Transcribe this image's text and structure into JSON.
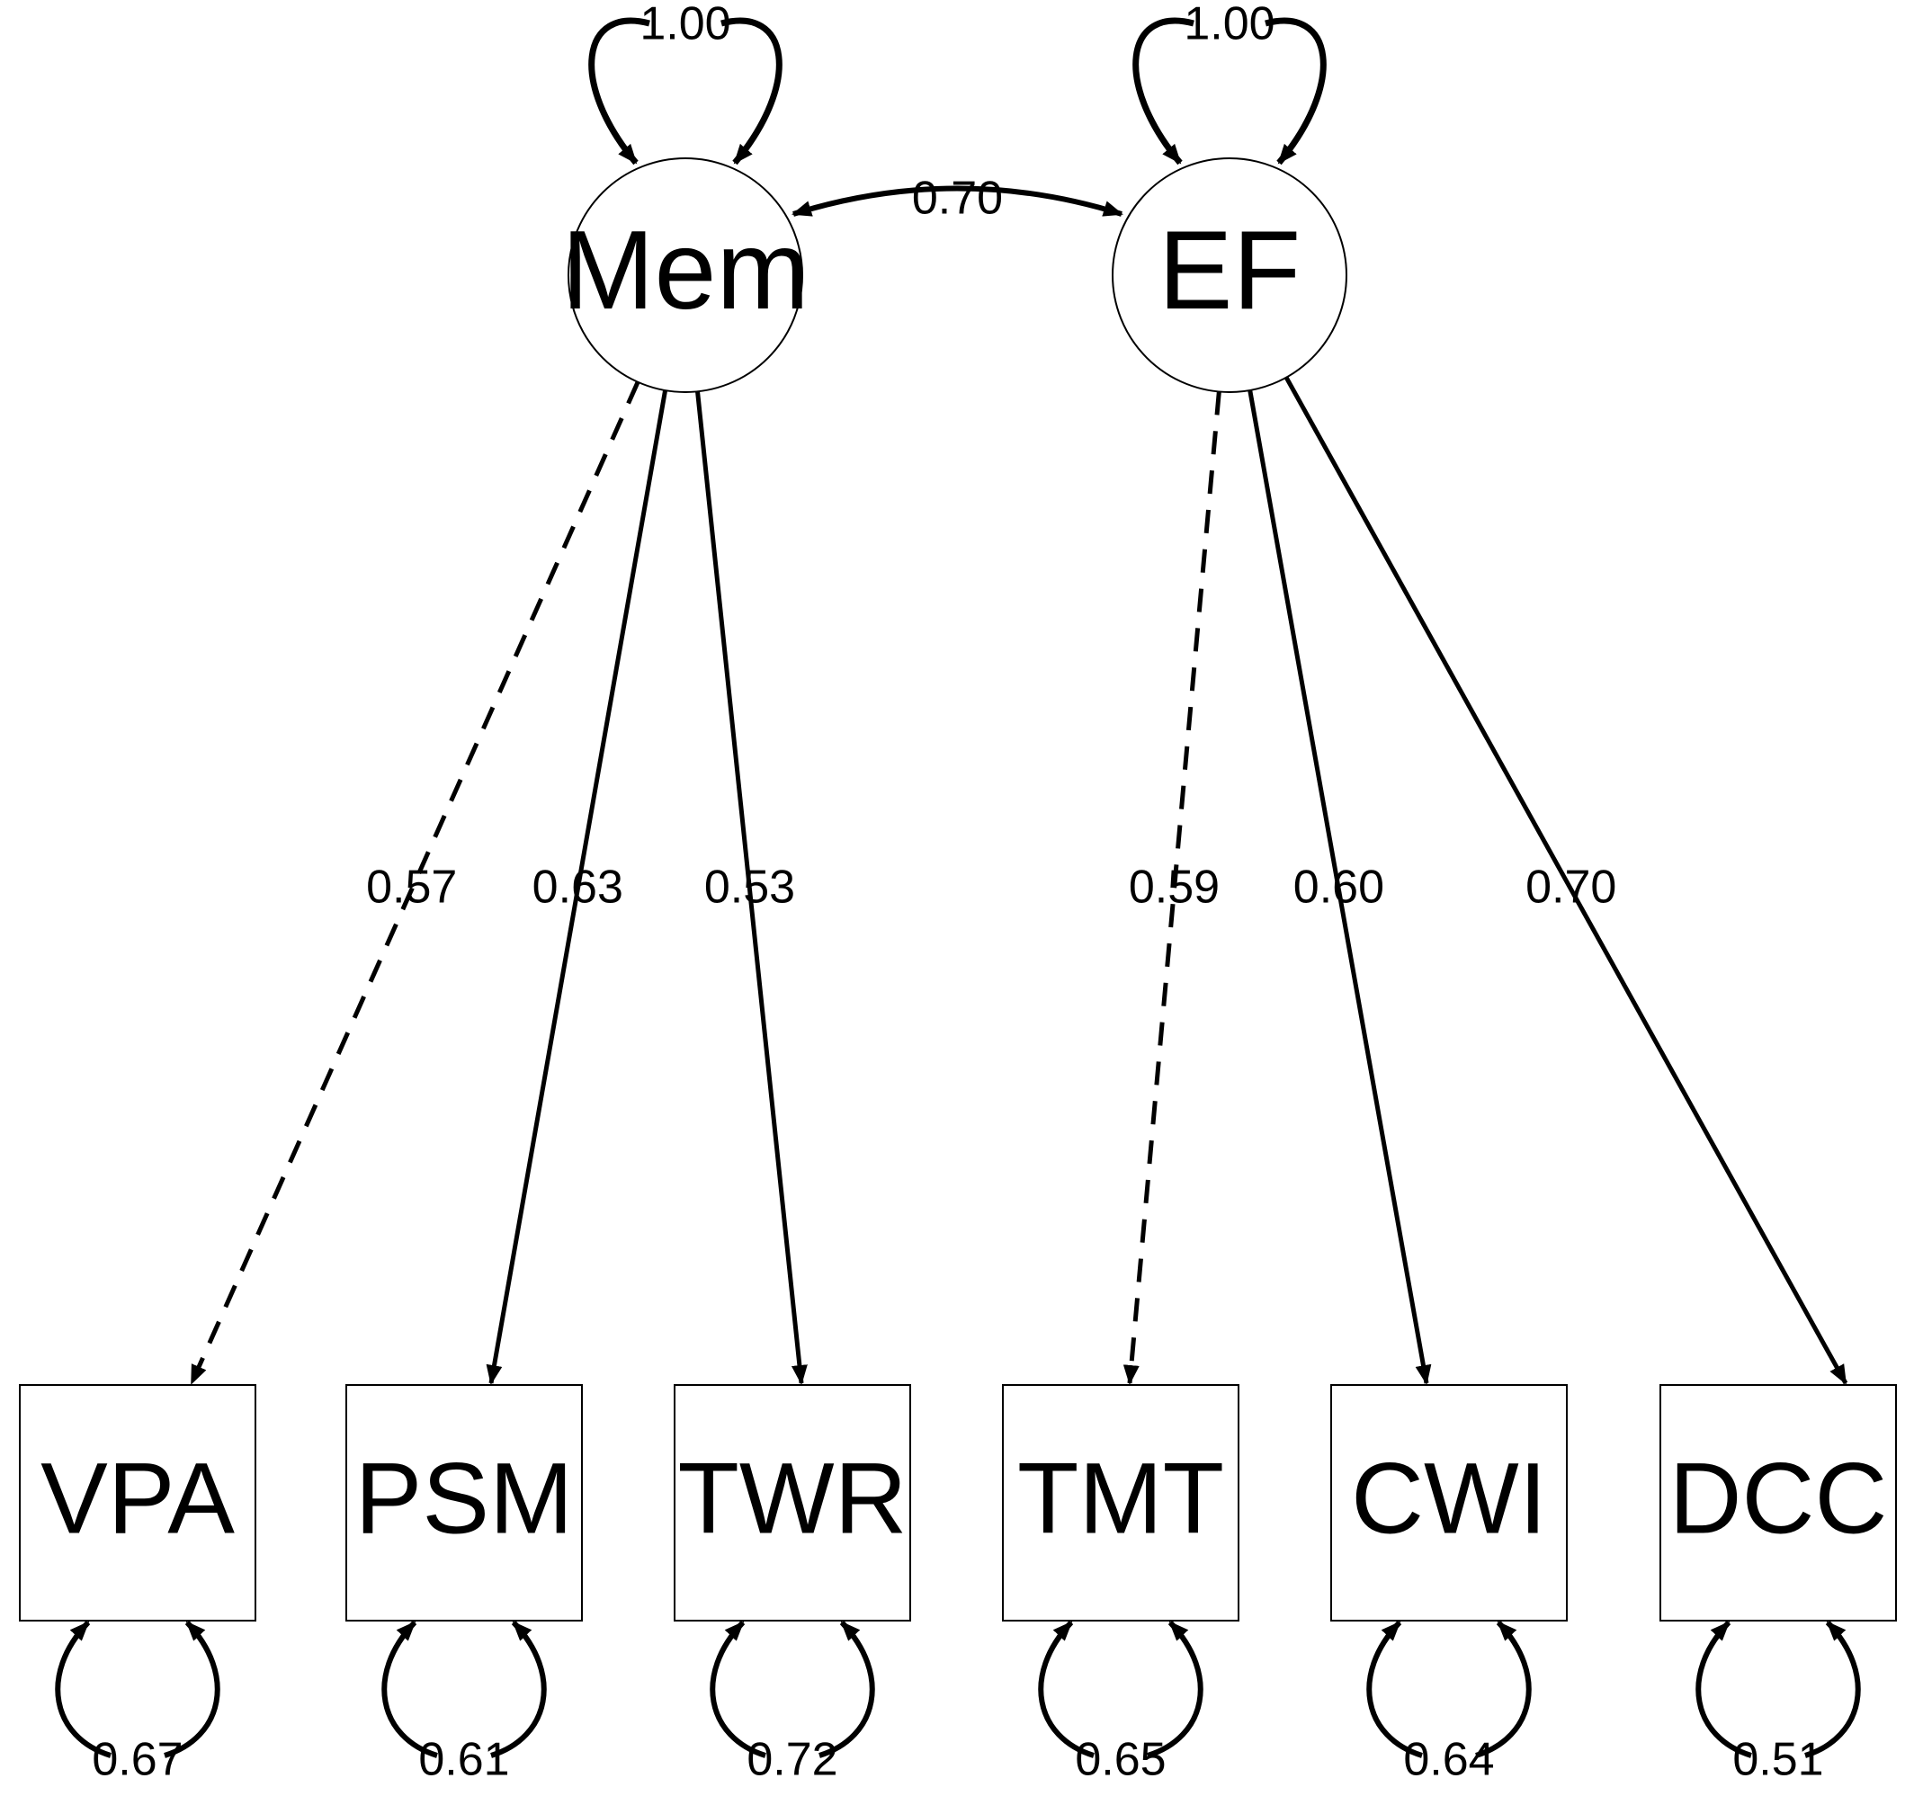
{
  "latent_factors": [
    {
      "id": "mem",
      "label": "Mem",
      "variance": "1.00"
    },
    {
      "id": "ef",
      "label": "EF",
      "variance": "1.00"
    }
  ],
  "factor_covariance": {
    "from": "mem",
    "to": "ef",
    "value": "0.70"
  },
  "indicators": [
    {
      "id": "vpa",
      "label": "VPA",
      "factor": "mem",
      "loading": "0.57",
      "residual": "0.67",
      "fixed": true
    },
    {
      "id": "psm",
      "label": "PSM",
      "factor": "mem",
      "loading": "0.63",
      "residual": "0.61",
      "fixed": false
    },
    {
      "id": "twr",
      "label": "TWR",
      "factor": "mem",
      "loading": "0.53",
      "residual": "0.72",
      "fixed": false
    },
    {
      "id": "tmt",
      "label": "TMT",
      "factor": "ef",
      "loading": "0.59",
      "residual": "0.65",
      "fixed": true
    },
    {
      "id": "cwi",
      "label": "CWI",
      "factor": "ef",
      "loading": "0.60",
      "residual": "0.64",
      "fixed": false
    },
    {
      "id": "dcc",
      "label": "DCC",
      "factor": "ef",
      "loading": "0.70",
      "residual": "0.51",
      "fixed": false
    }
  ]
}
